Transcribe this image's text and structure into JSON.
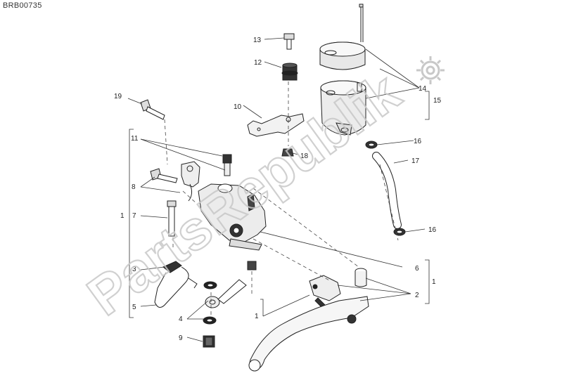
{
  "drawing_code": "BRB00735",
  "watermark": "PartsRepublik",
  "callouts": {
    "n13": "13",
    "n12": "12",
    "n19": "19",
    "n10": "10",
    "n14": "14",
    "n15": "15",
    "n16a": "16",
    "n16b": "16",
    "n17": "17",
    "n18": "18",
    "n11": "11",
    "n8": "8",
    "n1a": "1",
    "n7": "7",
    "n3": "3",
    "n5": "5",
    "n4": "4",
    "n9": "9",
    "n1b": "1",
    "n6": "6",
    "n2": "2",
    "n1c": "1"
  },
  "colors": {
    "line": "#222222",
    "watermark": "#c8c8c8"
  }
}
